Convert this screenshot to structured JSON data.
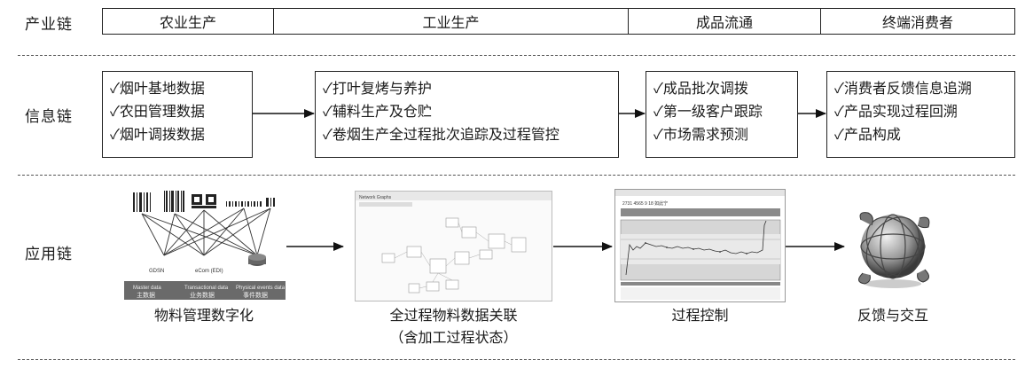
{
  "rows": {
    "industry_chain": "产业链",
    "info_chain": "信息链",
    "app_chain": "应用链"
  },
  "stages": [
    "农业生产",
    "工业生产",
    "成品流通",
    "终端消费者"
  ],
  "info_boxes": [
    {
      "items": [
        "✓烟叶基地数据",
        "✓农田管理数据",
        "✓烟叶调拨数据"
      ]
    },
    {
      "items": [
        "✓打叶复烤与养护",
        "✓辅料生产及仓贮",
        "✓卷烟生产全过程批次追踪及过程管控"
      ]
    },
    {
      "items": [
        "✓成品批次调拨",
        "✓第一级客户跟踪",
        "✓市场需求预测"
      ]
    },
    {
      "items": [
        "✓消费者反馈信息追溯",
        "✓产品实现过程回溯",
        "✓产品构成"
      ]
    }
  ],
  "apps": [
    {
      "caption": "物料管理数字化",
      "caption2": ""
    },
    {
      "caption": "全过程物料数据关联",
      "caption2": "（含加工过程状态）"
    },
    {
      "caption": "过程控制",
      "caption2": ""
    },
    {
      "caption": "反馈与交互",
      "caption2": ""
    }
  ],
  "thumb1": {
    "labels": [
      "GDSN",
      "eCom (EDI)"
    ],
    "footer": [
      "Master data",
      "Transactional data",
      "Physical events data"
    ],
    "footer_cn": [
      "主数据",
      "业务数据",
      "事件数据"
    ]
  },
  "thumb2": {
    "title": "Network Graphs"
  },
  "thumb3": {
    "header": "2731 4565 9 18 如此宁"
  }
}
